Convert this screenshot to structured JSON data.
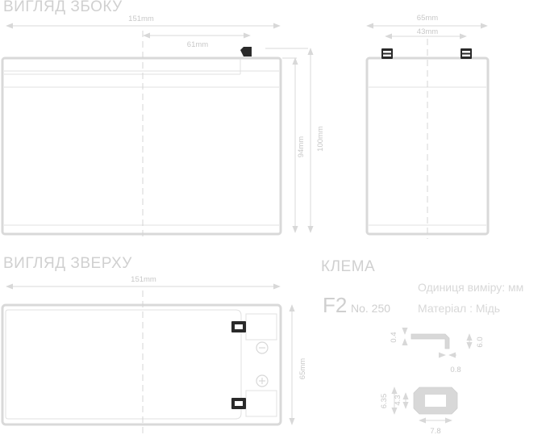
{
  "side_view": {
    "title": "ВИГЛЯД ЗБОКУ",
    "length": "151mm",
    "terminal_offset": "61mm",
    "height_case": "94mm",
    "height_total": "100mm"
  },
  "end_view": {
    "width": "65mm",
    "terminal_spacing": "43mm"
  },
  "top_view": {
    "title": "ВИГЛЯД ЗВЕРХУ",
    "length": "151mm",
    "width": "65mm"
  },
  "terminal": {
    "title": "КЛЕМА",
    "code": "F2",
    "number": "No. 250",
    "units": "Одиниця виміру: мм",
    "material": "Матеріал : Мідь",
    "dim_thickness": "0.4",
    "dim_height": "6.0",
    "dim_base": "0.8",
    "dim_outer": "6.35",
    "dim_inner": "4.3",
    "dim_width": "7.8"
  },
  "colors": {
    "line": "#d9d9d9",
    "text": "#d0d0d0",
    "terminal": "#2a2a2a"
  }
}
